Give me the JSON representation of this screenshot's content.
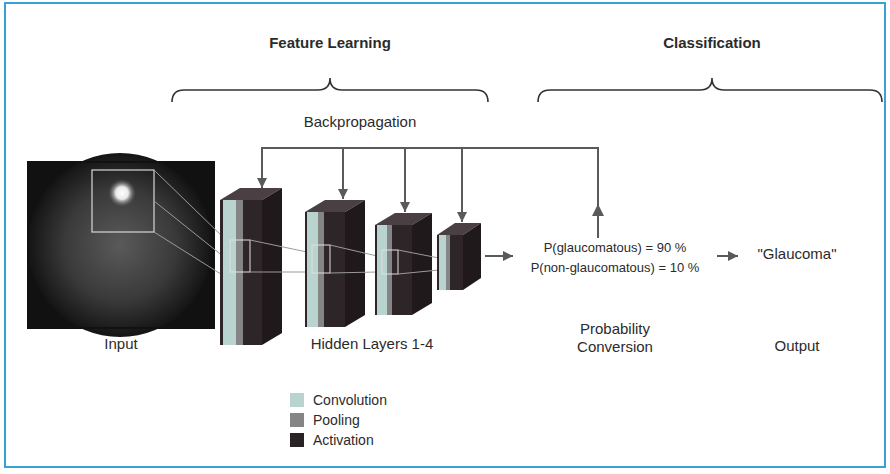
{
  "diagram": {
    "nodes": [
      {
        "text": [
          "Input"
        ]
      },
      {
        "text": [
          "Hidden Layers 1-4"
        ]
      },
      {
        "text": [
          "P(glaucomatous) = 90 %",
          "P(non-glaucomatous) = 10 %",
          "Probability Conversion"
        ]
      },
      {
        "text": [
          "\"Glaucoma\"",
          "Output"
        ]
      }
    ],
    "edges": [
      {
        "from": 1,
        "to": 2,
        "arrow": "to"
      },
      {
        "from": 2,
        "to": 3,
        "arrow": "to"
      },
      {
        "from": 2,
        "to": 1,
        "label": "Backpropagation",
        "arrow": "to"
      }
    ],
    "labels": [
      "Feature Learning",
      "Classification"
    ],
    "legend": [
      {
        "text": "Convolution",
        "color": "#b9d3cf"
      },
      {
        "text": "Pooling",
        "color": "#858585"
      },
      {
        "text": "Activation",
        "color": "#2a2326"
      }
    ]
  }
}
